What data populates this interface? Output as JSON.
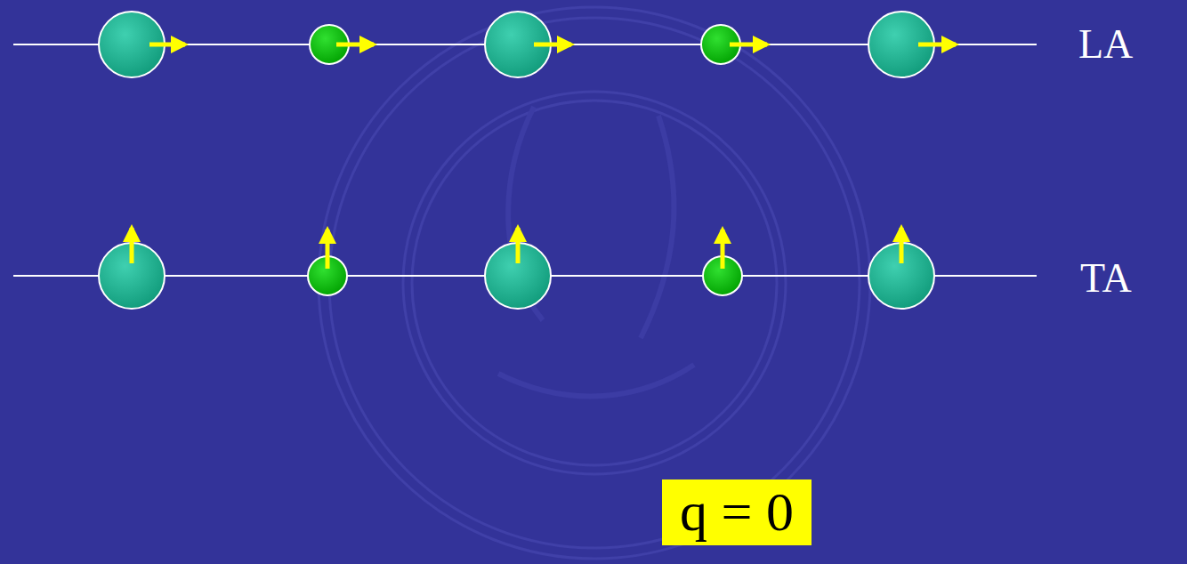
{
  "diagram": {
    "nodes": [
      {
        "text": [
          "q = 0"
        ]
      }
    ],
    "labels": [
      "LA",
      "TA"
    ]
  }
}
